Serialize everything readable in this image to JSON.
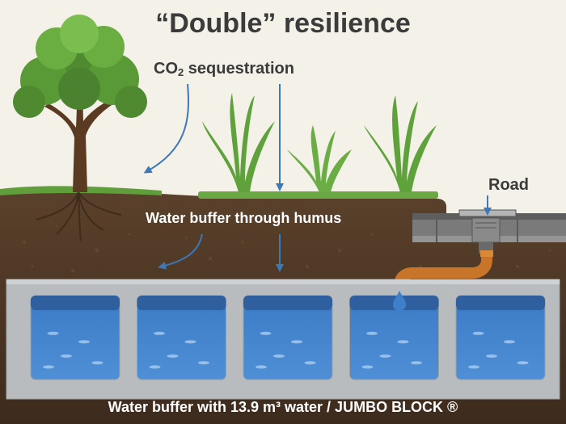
{
  "title": "“Double” resilience",
  "labels": {
    "co2_prefix": "CO",
    "co2_subscript": "2",
    "co2_suffix": " sequestration",
    "road": "Road",
    "humus": "Water buffer through humus",
    "buffer": "Water buffer with 13.9 m³ water / JUMBO BLOCK ®"
  },
  "colors": {
    "sky": "#f4f1e8",
    "soil": "#4a3524",
    "grass": "#5f9e3a",
    "water": "#3f7fc9",
    "tank": "#b9bcbe",
    "pipe": "#c8752a",
    "arrow": "#3d78b8",
    "road": "#6d6d6d"
  },
  "icons": [
    "tree-icon",
    "grass-clump-icon",
    "drain-grate-icon",
    "pipe-icon",
    "water-drop-icon",
    "arrow-down-icon"
  ],
  "water_chambers": 5
}
